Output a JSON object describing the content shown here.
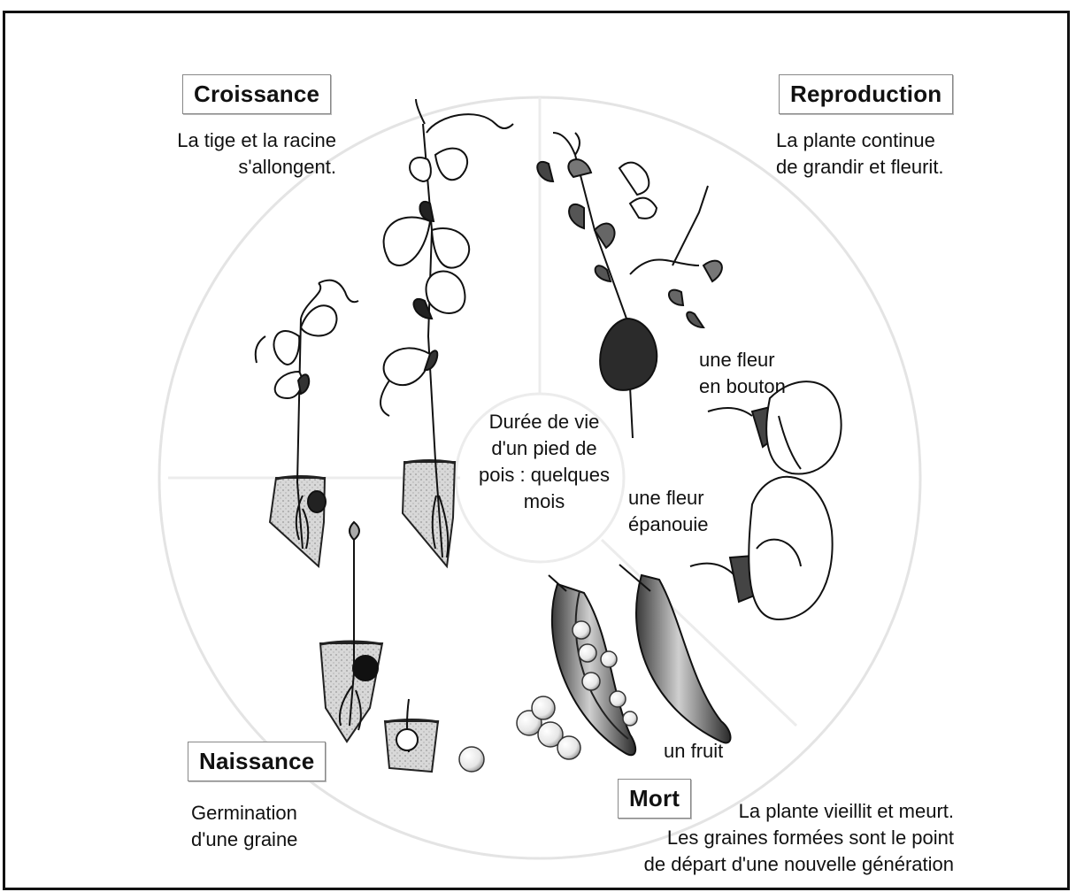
{
  "stages": {
    "croissance": {
      "title": "Croissance",
      "desc_line1": "La tige et la racine",
      "desc_line2": "s'allongent."
    },
    "reproduction": {
      "title": "Reproduction",
      "desc_line1": "La plante continue",
      "desc_line2": "de grandir et fleurit."
    },
    "naissance": {
      "title": "Naissance",
      "desc_line1": "Germination",
      "desc_line2": "d'une graine"
    },
    "mort": {
      "title": "Mort",
      "desc_line1": "La plante vieillit et meurt.",
      "desc_line2": "Les graines formées sont le point",
      "desc_line3": "de départ d'une nouvelle génération"
    }
  },
  "center": {
    "line1": "Durée de vie",
    "line2": "d'un pied de",
    "line3": "pois : quelques",
    "line4": "mois"
  },
  "labels": {
    "bud_line1": "une fleur",
    "bud_line2": "en bouton",
    "bloom_line1": "une fleur",
    "bloom_line2": "épanouie",
    "fruit": "un fruit"
  }
}
